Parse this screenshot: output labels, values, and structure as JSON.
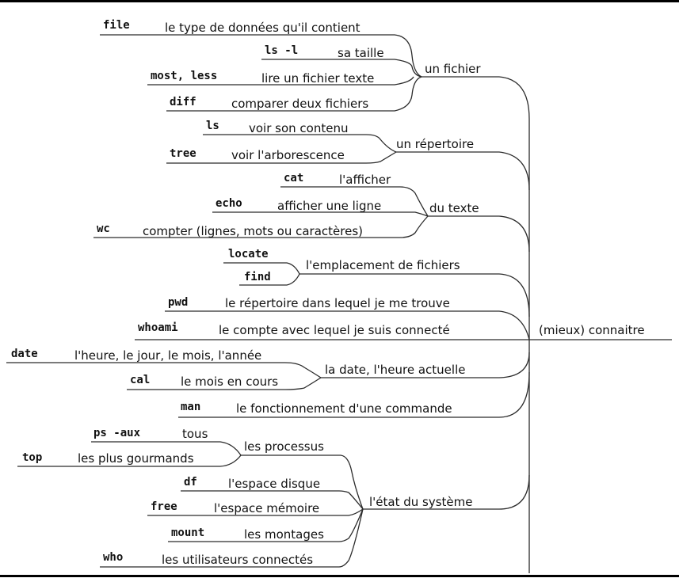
{
  "root": "(mieux) connaitre",
  "groups": {
    "fichier": {
      "label": "un fichier",
      "items": [
        {
          "cmd": "file",
          "label": "le type de données qu'il contient"
        },
        {
          "cmd": "ls -l",
          "label": "sa taille"
        },
        {
          "cmd": "most, less",
          "label": "lire un fichier texte"
        },
        {
          "cmd": "diff",
          "label": "comparer deux fichiers"
        }
      ]
    },
    "repertoire": {
      "label": "un répertoire",
      "items": [
        {
          "cmd": "ls",
          "label": "voir son contenu"
        },
        {
          "cmd": "tree",
          "label": "voir l'arborescence"
        }
      ]
    },
    "texte": {
      "label": "du texte",
      "items": [
        {
          "cmd": "cat",
          "label": "l'afficher"
        },
        {
          "cmd": "echo",
          "label": "afficher une ligne"
        },
        {
          "cmd": "wc",
          "label": "compter (lignes, mots ou caractères)"
        }
      ]
    },
    "emplacement": {
      "label": "l'emplacement de fichiers",
      "cmds": [
        "locate",
        "find"
      ]
    },
    "pwd": {
      "cmd": "pwd",
      "label": "le répertoire dans lequel je me trouve"
    },
    "whoami": {
      "cmd": "whoami",
      "label": "le compte avec lequel je suis connecté"
    },
    "date": {
      "label": "la date, l'heure actuelle",
      "items": [
        {
          "cmd": "date",
          "label": "l'heure, le jour, le mois, l'année"
        },
        {
          "cmd": "cal",
          "label": "le mois en cours"
        }
      ]
    },
    "man": {
      "cmd": "man",
      "label": "le fonctionnement d'une commande"
    },
    "systeme": {
      "label": "l'état du système",
      "processus": {
        "label": "les processus",
        "items": [
          {
            "cmd": "ps -aux",
            "label": "tous"
          },
          {
            "cmd": "top",
            "label": "les plus gourmands"
          }
        ]
      },
      "items": [
        {
          "cmd": "df",
          "label": "l'espace disque"
        },
        {
          "cmd": "free",
          "label": "l'espace mémoire"
        },
        {
          "cmd": "mount",
          "label": "les montages"
        },
        {
          "cmd": "who",
          "label": "les utilisateurs connectés"
        }
      ]
    }
  }
}
